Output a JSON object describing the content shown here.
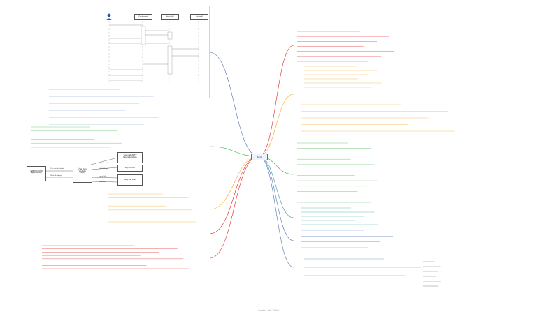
{
  "center": {
    "label": "Bot AI"
  },
  "colors": {
    "left_top": "#4a6fb5",
    "left_mid": "#3cb44b",
    "left_low": "#f5a623",
    "left_bottom": "#e02020",
    "right_top": "#e02020",
    "right_mid": "#f5a623",
    "right_low": "#3cb44b",
    "right_low2": "#2a9d8f",
    "right_bottom": "#4a6fb5"
  },
  "architecture": {
    "user_box": "Người dùng",
    "user_sub": "(App di động, Web)",
    "app_box": "Ứng dụng",
    "app_box_line2": "website",
    "app_sub": "(client)",
    "ai_box": "Tạo ngữ AI/TT",
    "ai_box_sub": "Facebook, Google",
    "api_box": "Máy chủ API",
    "db_box": "Máy chủ Web",
    "arrow_labels": [
      "Yêu cầu hỏi chat bot",
      "Phản hồi kết quả",
      "Gọi dịch vụ AI",
      "Trả lời kết quả",
      "Lưu dữ liệu",
      "Trả dữ liệu"
    ]
  },
  "sequence": {
    "actors": [
      "Ứng dụng web",
      "Máy chủ API",
      "Dịch vụ AI"
    ]
  },
  "watermark": "Created with XMind"
}
